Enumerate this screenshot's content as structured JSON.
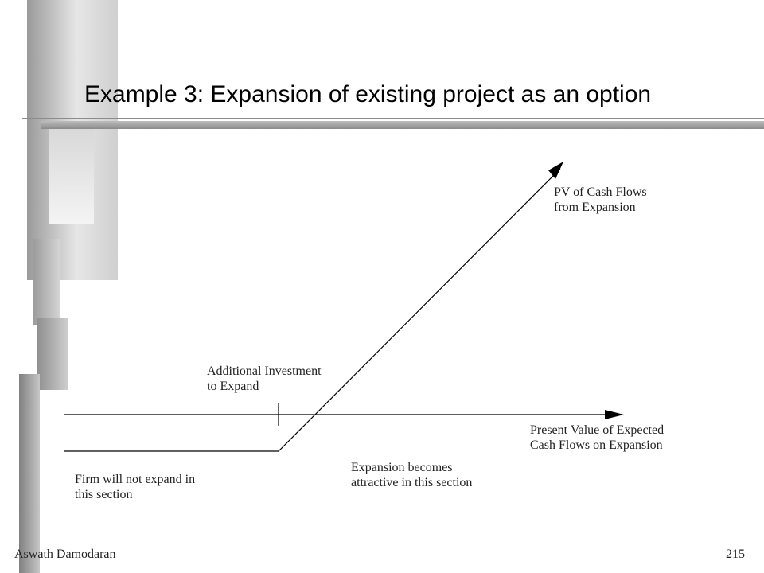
{
  "slide": {
    "title": "Example 3: Expansion of existing project as an option"
  },
  "diagram": {
    "payoff_label": [
      "PV of Cash Flows",
      "from Expansion"
    ],
    "x_axis_label": [
      "Present Value of Expected",
      "Cash Flows on Expansion"
    ],
    "strike_label": [
      "Additional Investment",
      "to Expand"
    ],
    "left_section_label": [
      "Firm will not expand in",
      "this section"
    ],
    "right_section_label": [
      "Expansion becomes",
      "attractive in this section"
    ]
  },
  "footer": {
    "author": "Aswath Damodaran",
    "page_number": "215"
  },
  "colors": {
    "line": "#000000",
    "text": "#222222",
    "decor_gray": "#9a9a9a"
  }
}
